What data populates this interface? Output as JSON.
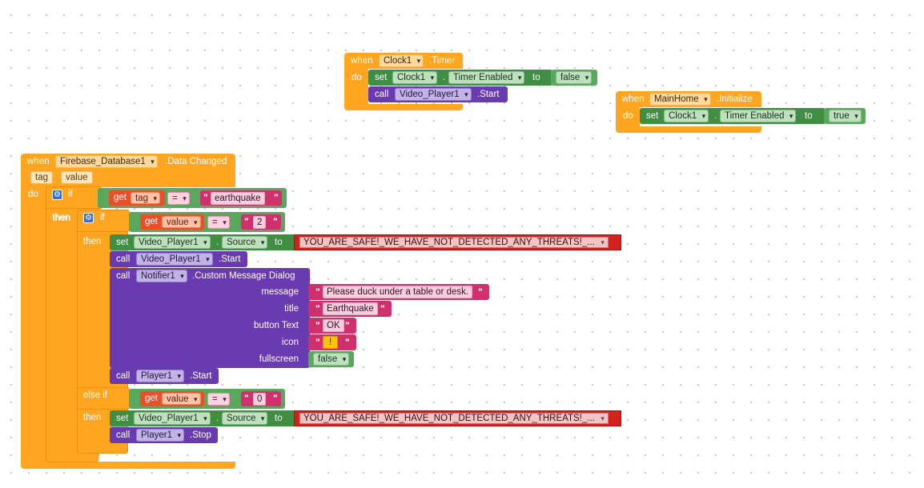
{
  "colors": {
    "event": "#ffa51f",
    "control": "#ffab19",
    "component_method": "#6a3ab0",
    "setter": "#3f8e43",
    "logic": "#5aa85e",
    "text": "#d0306c",
    "variable": "#e9502a",
    "error_highlight": "#d52020"
  },
  "icons": {
    "mutator": "gear-icon",
    "dropdown": "triangle-down-icon"
  },
  "kw": {
    "when": "when",
    "do": "do",
    "set": "set",
    "call": "call",
    "to": "to",
    "get": "get",
    "if": "if",
    "then": "then",
    "else_if": "else if",
    "dot": ".",
    "quote": "\"",
    "dropdown": "▾"
  },
  "clock_event": {
    "component": "Clock1",
    "event": ".Timer",
    "set_component": "Clock1",
    "set_property": "Timer Enabled",
    "set_value": "false",
    "call_component": "Video_Player1",
    "call_method": ".Start"
  },
  "init_event": {
    "component": "MainHome",
    "event": ".Initialize",
    "set_component": "Clock1",
    "set_property": "Timer Enabled",
    "set_value": "true"
  },
  "db_event": {
    "component": "Firebase_Database1",
    "event": ".Data Changed",
    "params": [
      "tag",
      "value"
    ],
    "if1": {
      "var": "tag",
      "op": "=",
      "text": "earthquake"
    },
    "if2": {
      "var": "value",
      "op": "=",
      "text": "2"
    },
    "then1": {
      "set_component": "Video_Player1",
      "set_property": "Source",
      "set_value": "YOU_ARE_SAFE!_WE_HAVE_NOT_DETECTED_ANY_THREATS!_...",
      "call1_component": "Video_Player1",
      "call1_method": ".Start",
      "dialog_component": "Notifier1",
      "dialog_method": ".Custom Message Dialog",
      "dialog_args": {
        "message_label": "message",
        "message_value": "Please duck under a table or desk.",
        "title_label": "title",
        "title_value": "Earthquake",
        "button_label": "button Text",
        "button_value": "OK",
        "icon_label": "icon",
        "icon_value": "!",
        "fullscreen_label": "fullscreen",
        "fullscreen_value": "false"
      },
      "call3_component": "Player1",
      "call3_method": ".Start"
    },
    "elseif": {
      "var": "value",
      "op": "=",
      "text": "0"
    },
    "then2": {
      "set_component": "Video_Player1",
      "set_property": "Source",
      "set_value": "YOU_ARE_SAFE!_WE_HAVE_NOT_DETECTED_ANY_THREATS!_...",
      "call_component": "Player1",
      "call_method": ".Stop"
    }
  }
}
